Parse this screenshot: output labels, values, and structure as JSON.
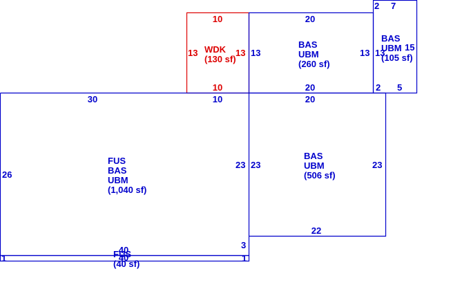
{
  "colors": {
    "structure": "#0000cc",
    "deck": "#dd0000",
    "background": "#ffffff"
  },
  "areas": [
    {
      "id": "wdk",
      "lines": [
        "WDK",
        "(130 sf)"
      ],
      "color": "deck",
      "dims": {
        "top": "10",
        "bottom": "10",
        "left": "13",
        "right": "13"
      }
    },
    {
      "id": "bas-upper",
      "lines": [
        "BAS",
        "UBM",
        "(260 sf)"
      ],
      "color": "structure",
      "dims": {
        "top": "20",
        "bottom": "20",
        "left": "13",
        "right": "13"
      }
    },
    {
      "id": "bas-small",
      "lines": [
        "BAS",
        "UBM",
        "(105 sf)"
      ],
      "color": "structure",
      "dims": {
        "top_a": "2",
        "top_b": "7",
        "right": "15",
        "left": "13",
        "bottom_a": "2",
        "bottom_b": "5"
      }
    },
    {
      "id": "fus-main",
      "lines": [
        "FUS",
        "BAS",
        "UBM",
        "(1,040 sf)"
      ],
      "color": "structure",
      "dims": {
        "top_a": "30",
        "top_b": "10",
        "left": "26",
        "right": "23",
        "step": "3"
      }
    },
    {
      "id": "bas-lower",
      "lines": [
        "BAS",
        "UBM",
        "(506 sf)"
      ],
      "color": "structure",
      "dims": {
        "top": "20",
        "left": "23",
        "right": "23",
        "bottom": "22"
      }
    },
    {
      "id": "fus-strip",
      "lines": [
        "FUS",
        "(40 sf)"
      ],
      "color": "structure",
      "dims": {
        "top": "40",
        "bottom": "40",
        "left": "1",
        "right": "1"
      }
    }
  ]
}
